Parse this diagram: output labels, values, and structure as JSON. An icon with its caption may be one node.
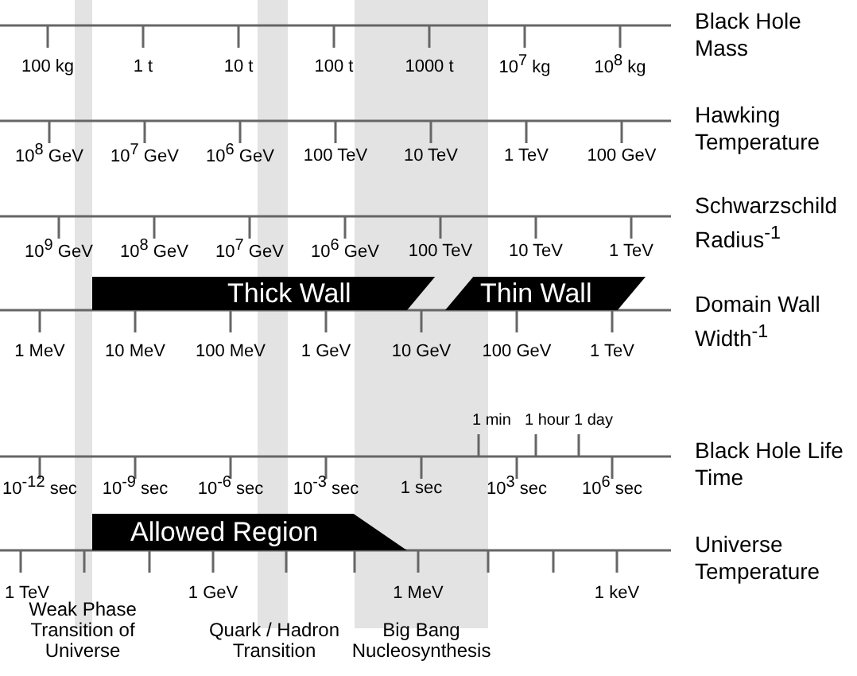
{
  "diagram": {
    "nodes": [
      {
        "text": [
          "Weak Phase Transition of Universe"
        ]
      },
      {
        "text": [
          "Quark / Hadron Transition"
        ]
      },
      {
        "text": [
          "Big Bang Nucleosynthesis"
        ]
      },
      {
        "text": [
          "Thick Wall"
        ]
      },
      {
        "text": [
          "Thin Wall"
        ]
      },
      {
        "text": [
          "Allowed Region"
        ]
      }
    ],
    "labels": [
      "100 kg",
      "1 t",
      "10 t",
      "100 t",
      "1000 t",
      "10$^{7}$ kg",
      "10$^{8}$ kg",
      "Black Hole Mass",
      "10$^{8}$ GeV",
      "10$^{7}$ GeV",
      "10$^{6}$ GeV",
      "100 TeV",
      "10 TeV",
      "1 TeV",
      "100 GeV",
      "Hawking Temperature",
      "10$^{9}$ GeV",
      "10$^{8}$ GeV",
      "10$^{7}$ GeV",
      "10$^{6}$ GeV",
      "100 TeV",
      "10 TeV",
      "1 TeV",
      "Schwarzschild Radius$^{-1}$",
      "1 MeV",
      "10 MeV",
      "100 MeV",
      "1 GeV",
      "10 GeV",
      "100 GeV",
      "1 TeV",
      "Domain Wall Width$^{-1}$",
      "1 min",
      "1 hour",
      "1 day",
      "10$^{-12}$ sec",
      "10$^{-9}$ sec",
      "10$^{-6}$ sec",
      "10$^{-3}$ sec",
      "1 sec",
      "10$^{3}$ sec",
      "10$^{6}$ sec",
      "Black Hole Life Time",
      "1 TeV",
      "1 GeV",
      "1 MeV",
      "1 keV",
      "Universe Temperature"
    ]
  }
}
